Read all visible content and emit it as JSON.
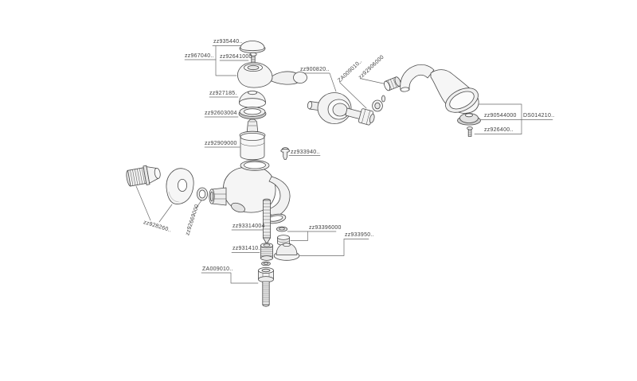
{
  "diagram": {
    "type": "exploded-parts-diagram",
    "line_color": "#4a4a4a",
    "label_color": "#3f3f3f",
    "background": "#ffffff"
  },
  "labels": {
    "cap": "zz935440..",
    "handle_assembly": "zz967040..",
    "handle_screw": "zz92641000",
    "dome_cover": "zz927185.",
    "ring_nut": "zz92603004",
    "cartridge": "zz92909000",
    "plug": "zz933940..",
    "wall_bracket": "zz900820..",
    "union_top": "ZA009010..",
    "olive": "zz92906000",
    "shower_flange": "zz90544000",
    "hand_shower": "DS014210..",
    "shower_screw": "zz926400..",
    "knob_set": "zz928260..",
    "ring": "zz92669000",
    "rod": "zz93314004",
    "seal_kit": "zz93396000",
    "cup": "zz933950..",
    "nipple": "zz931410..",
    "bolt": "ZA009010.."
  }
}
